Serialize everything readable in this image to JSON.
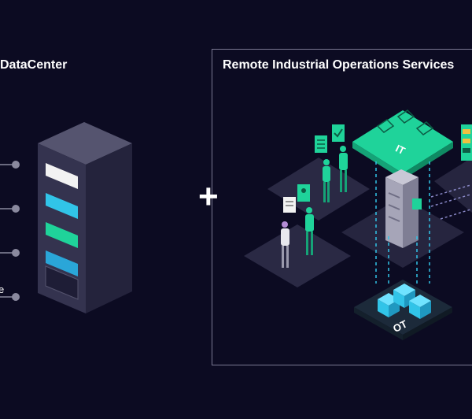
{
  "datacenter": {
    "title": "DataCenter",
    "partial_label": "e"
  },
  "remote_ops": {
    "title": "Remote Industrial Operations Services",
    "it_label": "IT",
    "ot_label": "OT"
  },
  "connector": {
    "symbol": "+"
  },
  "colors": {
    "background": "#0c0b22",
    "accent_green": "#1fd39a",
    "accent_cyan": "#31c4e8",
    "rack_dark": "#3b3a5c",
    "frame": "#7a7892"
  }
}
